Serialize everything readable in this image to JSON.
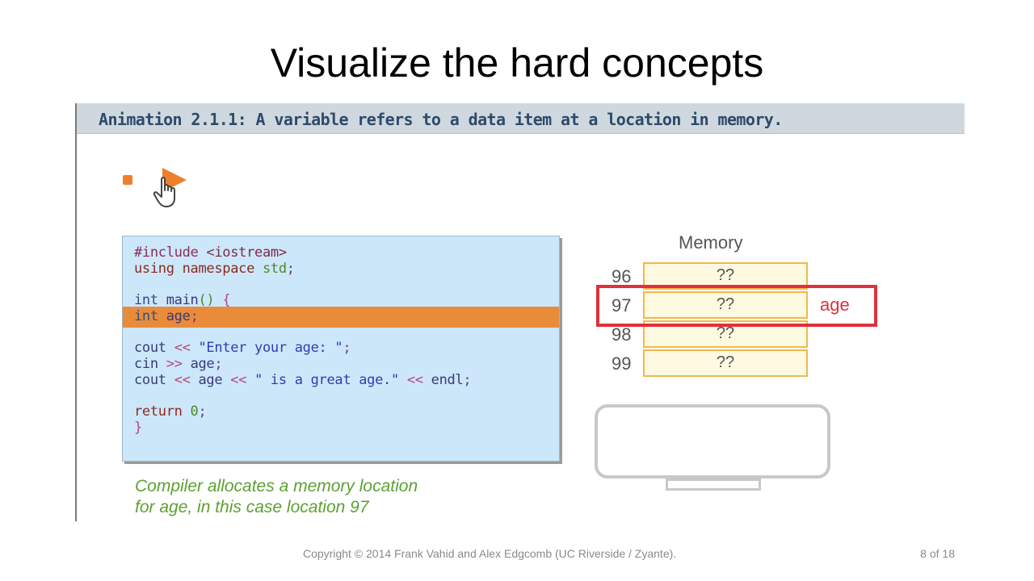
{
  "slide": {
    "title": "Visualize the hard concepts",
    "footer": "Copyright © 2014 Frank Vahid and Alex Edgcomb (UC Riverside / Zyante).",
    "page": "8 of 18"
  },
  "animation": {
    "title": "Animation 2.1.1: A variable refers to a data item at a location in memory.",
    "controls": {
      "stop_icon": "stop-icon",
      "play_icon": "play-icon",
      "pointer_icon": "hand-pointer-icon"
    },
    "code": {
      "include_directive": "#include",
      "include_header": "<iostream>",
      "using_kw": "using",
      "namespace_kw": "namespace",
      "namespace_name": "std",
      "semicolon": ";",
      "int_kw": "int",
      "main_name": "main",
      "main_parens": "()",
      "open_brace": "{",
      "age_id": "age",
      "cout_id": "cout",
      "cin_id": "cin",
      "out_op": "<<",
      "in_op": ">>",
      "prompt_str": "\"Enter your age: \"",
      "great_str": "\" is a great age.\"",
      "endl_id": "endl",
      "return_kw": "return",
      "zero": "0",
      "close_brace": "}"
    },
    "caption_lines": [
      "Compiler allocates a memory location",
      "for age, in this case location 97"
    ],
    "memory": {
      "title": "Memory",
      "rows": [
        {
          "address": "96",
          "value": "??"
        },
        {
          "address": "97",
          "value": "??"
        },
        {
          "address": "98",
          "value": "??"
        },
        {
          "address": "99",
          "value": "??"
        }
      ],
      "highlight_label": "age"
    },
    "output_screen_icon": "console-screen-icon",
    "colors": {
      "highlight": "#ea8b3a",
      "memory_highlight": "#e0303c",
      "caption": "#5da032",
      "banner": "#cfd8de"
    }
  }
}
